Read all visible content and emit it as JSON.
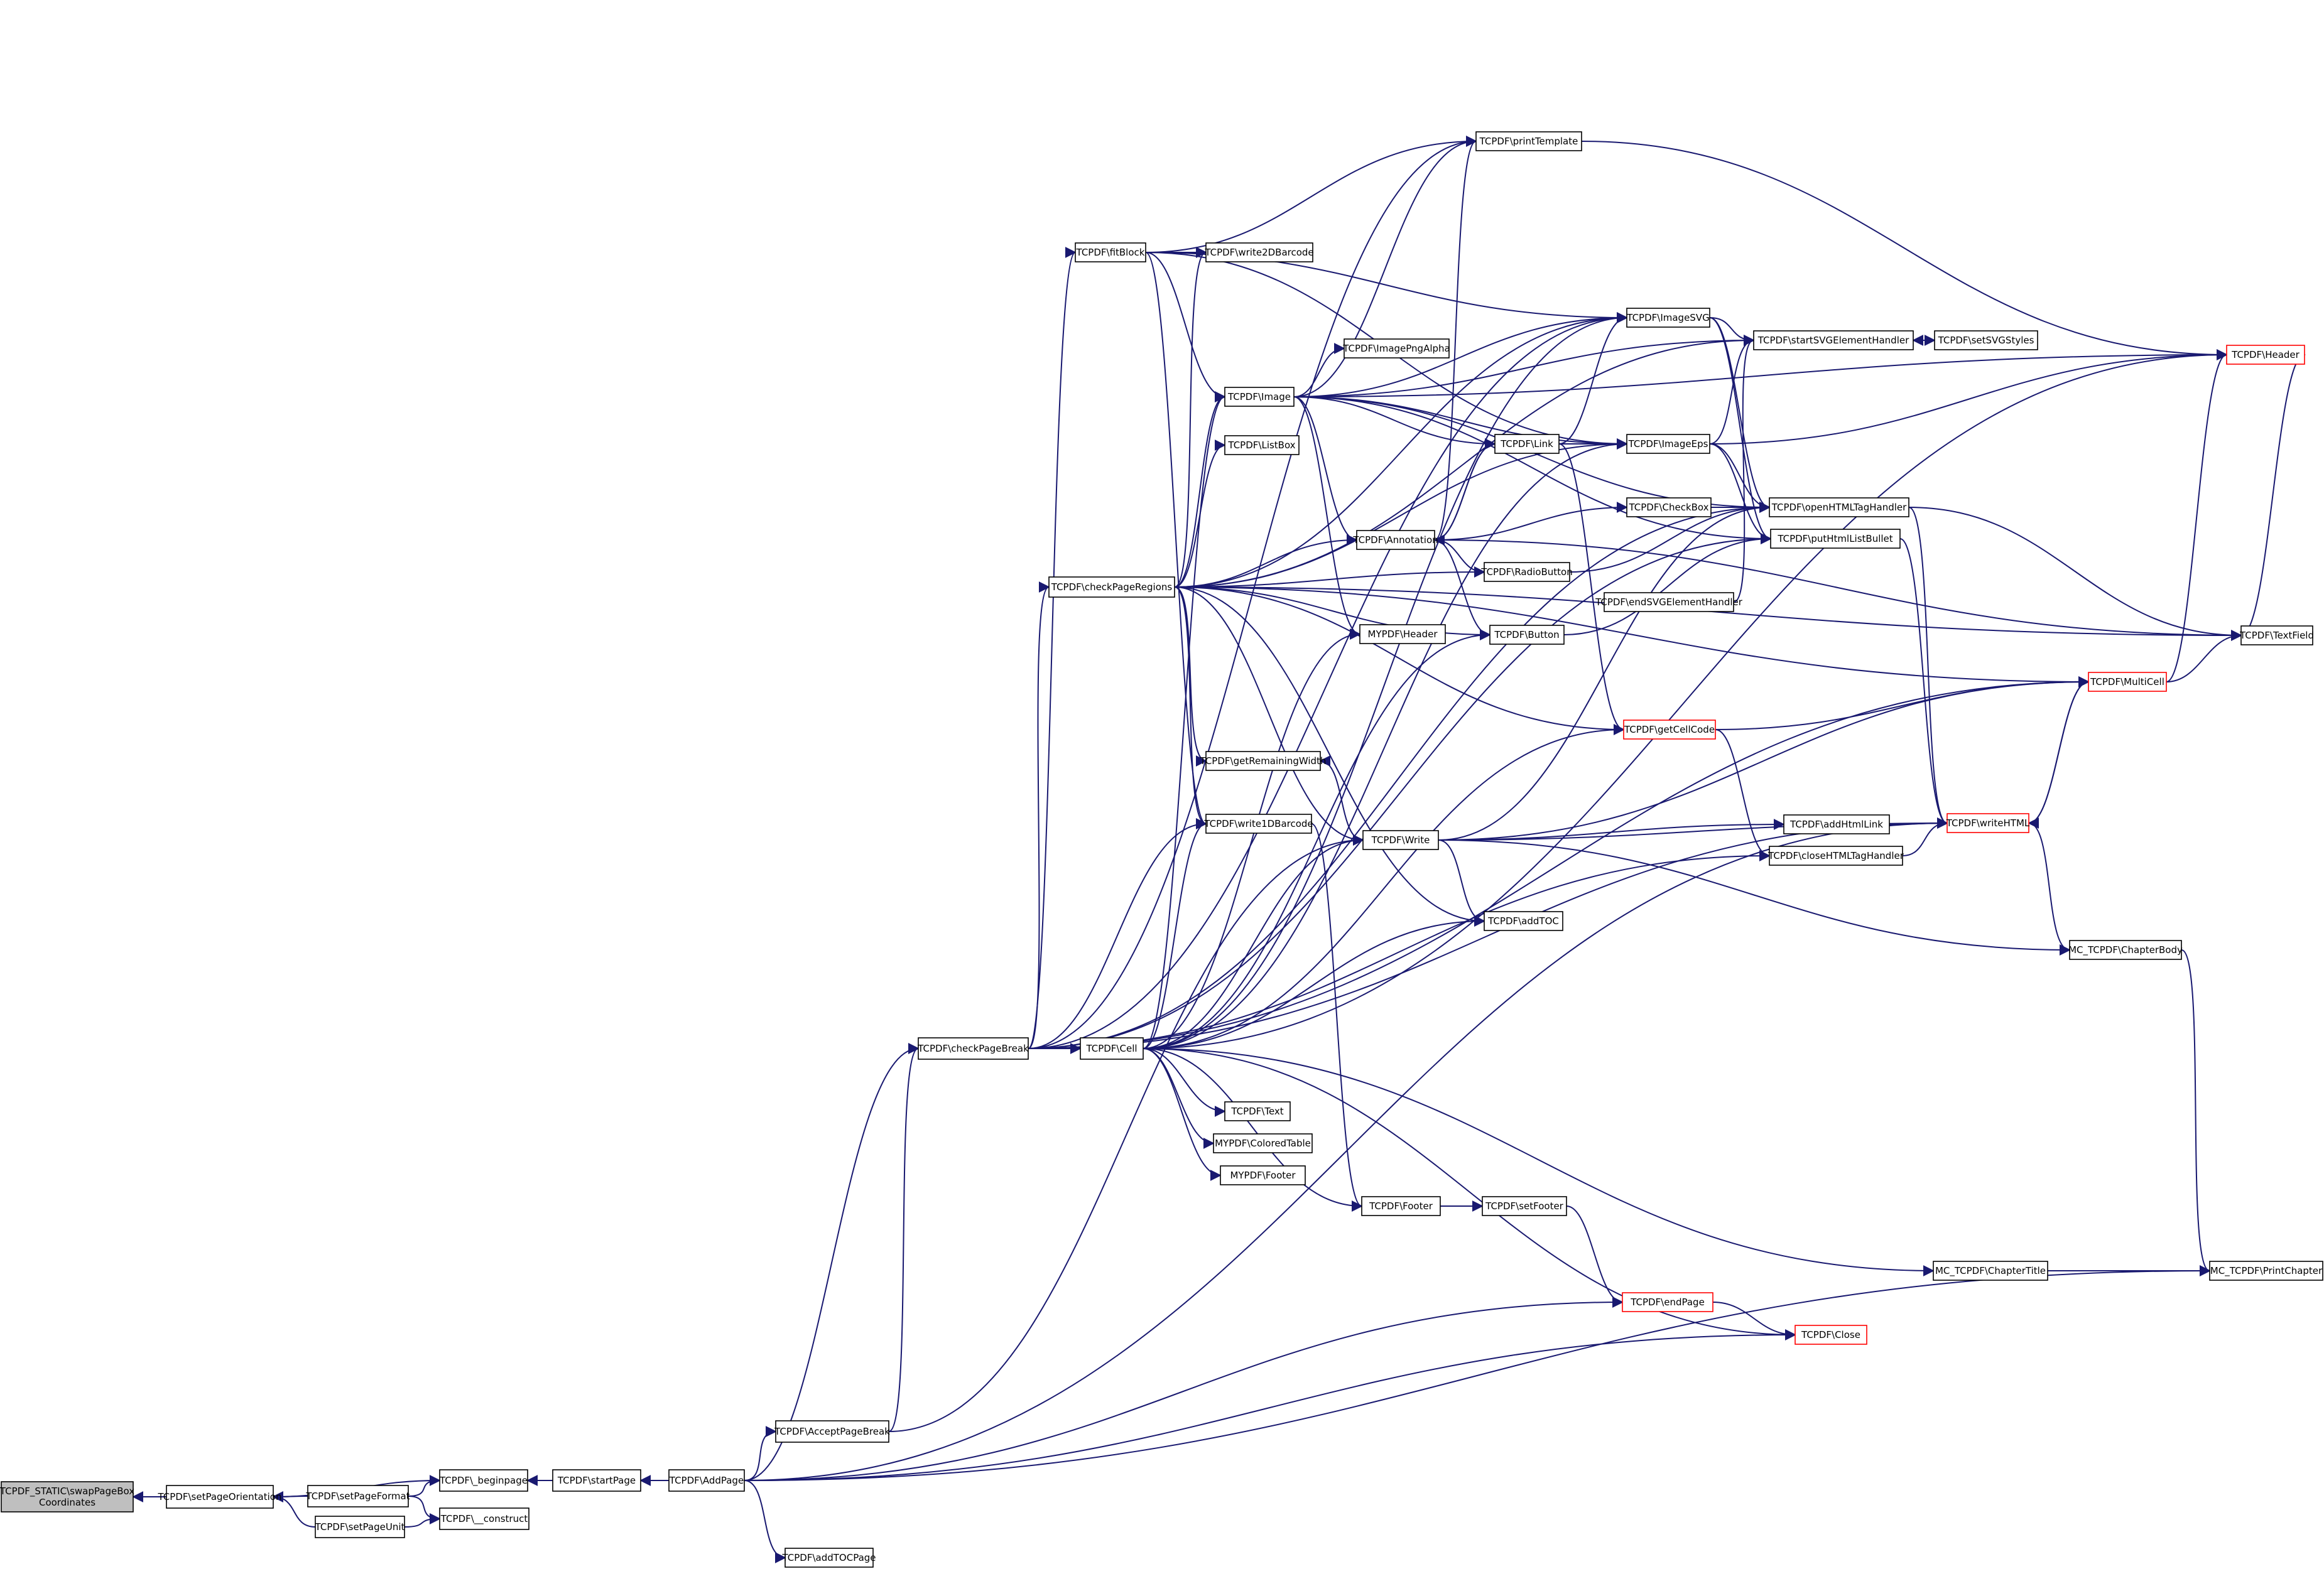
{
  "diagram": {
    "title": "",
    "colors": {
      "edge": "#191970",
      "node_border": "#000000",
      "truncated_node_border": "#ff0000",
      "root_fill": "#bfbfbf",
      "node_fill": "#ffffff",
      "background": "#ffffff"
    },
    "nodes": [
      {
        "id": "root",
        "label": "TCPDF_STATIC\\swapPageBox\nCoordinates",
        "kind": "root"
      },
      {
        "id": "setPageOrientation",
        "label": "TCPDF\\setPageOrientation",
        "kind": "normal"
      },
      {
        "id": "beginpage",
        "label": "TCPDF\\_beginpage",
        "kind": "normal"
      },
      {
        "id": "setPageFormat",
        "label": "TCPDF\\setPageFormat",
        "kind": "normal"
      },
      {
        "id": "setPageUnit",
        "label": "TCPDF\\setPageUnit",
        "kind": "normal"
      },
      {
        "id": "construct",
        "label": "TCPDF\\__construct",
        "kind": "normal"
      },
      {
        "id": "startPage",
        "label": "TCPDF\\startPage",
        "kind": "normal"
      },
      {
        "id": "AddPage",
        "label": "TCPDF\\AddPage",
        "kind": "normal"
      },
      {
        "id": "addTOCPage",
        "label": "TCPDF\\addTOCPage",
        "kind": "normal"
      },
      {
        "id": "AcceptPageBreak",
        "label": "TCPDF\\AcceptPageBreak",
        "kind": "normal"
      },
      {
        "id": "checkPageBreak",
        "label": "TCPDF\\checkPageBreak",
        "kind": "normal"
      },
      {
        "id": "Cell",
        "label": "TCPDF\\Cell",
        "kind": "normal"
      },
      {
        "id": "fitBlock",
        "label": "TCPDF\\fitBlock",
        "kind": "normal"
      },
      {
        "id": "checkPageRegions",
        "label": "TCPDF\\checkPageRegions",
        "kind": "normal"
      },
      {
        "id": "write2DBarcode",
        "label": "TCPDF\\write2DBarcode",
        "kind": "normal"
      },
      {
        "id": "Image",
        "label": "TCPDF\\Image",
        "kind": "normal"
      },
      {
        "id": "ListBox",
        "label": "TCPDF\\ListBox",
        "kind": "normal"
      },
      {
        "id": "getRemainingWidth",
        "label": "TCPDF\\getRemainingWidth",
        "kind": "normal"
      },
      {
        "id": "write1DBarcode",
        "label": "TCPDF\\write1DBarcode",
        "kind": "normal"
      },
      {
        "id": "Text",
        "label": "TCPDF\\Text",
        "kind": "normal"
      },
      {
        "id": "ColoredTable",
        "label": "MYPDF\\ColoredTable",
        "kind": "normal"
      },
      {
        "id": "MYFooter",
        "label": "MYPDF\\Footer",
        "kind": "normal"
      },
      {
        "id": "printTemplate",
        "label": "TCPDF\\printTemplate",
        "kind": "normal"
      },
      {
        "id": "ImageSVG",
        "label": "TCPDF\\ImageSVG",
        "kind": "normal"
      },
      {
        "id": "ImagePngAlpha",
        "label": "TCPDF\\ImagePngAlpha",
        "kind": "normal"
      },
      {
        "id": "Link",
        "label": "TCPDF\\Link",
        "kind": "normal"
      },
      {
        "id": "ImageEps",
        "label": "TCPDF\\ImageEps",
        "kind": "normal"
      },
      {
        "id": "Annotation",
        "label": "TCPDF\\Annotation",
        "kind": "normal"
      },
      {
        "id": "CheckBox",
        "label": "TCPDF\\CheckBox",
        "kind": "normal"
      },
      {
        "id": "RadioButton",
        "label": "TCPDF\\RadioButton",
        "kind": "normal"
      },
      {
        "id": "MYHeader",
        "label": "MYPDF\\Header",
        "kind": "normal"
      },
      {
        "id": "Button",
        "label": "TCPDF\\Button",
        "kind": "normal"
      },
      {
        "id": "endSVG",
        "label": "TCPDF\\endSVGElementHandler",
        "kind": "normal"
      },
      {
        "id": "getCellCode",
        "label": "TCPDF\\getCellCode",
        "kind": "truncated"
      },
      {
        "id": "Write",
        "label": "TCPDF\\Write",
        "kind": "normal"
      },
      {
        "id": "addTOC",
        "label": "TCPDF\\addTOC",
        "kind": "normal"
      },
      {
        "id": "Footer",
        "label": "TCPDF\\Footer",
        "kind": "normal"
      },
      {
        "id": "setFooter",
        "label": "TCPDF\\setFooter",
        "kind": "normal"
      },
      {
        "id": "endPage",
        "label": "TCPDF\\endPage",
        "kind": "truncated"
      },
      {
        "id": "Close",
        "label": "TCPDF\\Close",
        "kind": "truncated"
      },
      {
        "id": "startSVG",
        "label": "TCPDF\\startSVGElementHandler",
        "kind": "normal"
      },
      {
        "id": "setSVGStyles",
        "label": "TCPDF\\setSVGStyles",
        "kind": "normal"
      },
      {
        "id": "openHTML",
        "label": "TCPDF\\openHTMLTagHandler",
        "kind": "normal"
      },
      {
        "id": "putHtmlListBullet",
        "label": "TCPDF\\putHtmlListBullet",
        "kind": "normal"
      },
      {
        "id": "addHtmlLink",
        "label": "TCPDF\\addHtmlLink",
        "kind": "normal"
      },
      {
        "id": "closeHTML",
        "label": "TCPDF\\closeHTMLTagHandler",
        "kind": "normal"
      },
      {
        "id": "ChapterTitle",
        "label": "MC_TCPDF\\ChapterTitle",
        "kind": "normal"
      },
      {
        "id": "Header",
        "label": "TCPDF\\Header",
        "kind": "truncated"
      },
      {
        "id": "MultiCell",
        "label": "TCPDF\\MultiCell",
        "kind": "truncated"
      },
      {
        "id": "TextField",
        "label": "TCPDF\\TextField",
        "kind": "normal"
      },
      {
        "id": "writeHTML",
        "label": "TCPDF\\writeHTML",
        "kind": "truncated"
      },
      {
        "id": "ChapterBody",
        "label": "MC_TCPDF\\ChapterBody",
        "kind": "normal"
      },
      {
        "id": "PrintChapter",
        "label": "MC_TCPDF\\PrintChapter",
        "kind": "normal"
      }
    ],
    "edges": [
      [
        "setPageOrientation",
        "root"
      ],
      [
        "beginpage",
        "setPageOrientation"
      ],
      [
        "setPageFormat",
        "setPageOrientation"
      ],
      [
        "setPageUnit",
        "setPageOrientation"
      ],
      [
        "setPageFormat",
        "beginpage"
      ],
      [
        "setPageFormat",
        "construct"
      ],
      [
        "setPageUnit",
        "construct"
      ],
      [
        "startPage",
        "beginpage"
      ],
      [
        "AddPage",
        "startPage"
      ],
      [
        "AddPage",
        "addTOCPage"
      ],
      [
        "AddPage",
        "AcceptPageBreak"
      ],
      [
        "AddPage",
        "checkPageBreak"
      ],
      [
        "AddPage",
        "endPage"
      ],
      [
        "AddPage",
        "Close"
      ],
      [
        "AddPage",
        "writeHTML"
      ],
      [
        "AddPage",
        "PrintChapter"
      ],
      [
        "AcceptPageBreak",
        "checkPageBreak"
      ],
      [
        "AcceptPageBreak",
        "Write"
      ],
      [
        "checkPageBreak",
        "Cell"
      ],
      [
        "checkPageBreak",
        "fitBlock"
      ],
      [
        "checkPageBreak",
        "checkPageRegions"
      ],
      [
        "checkPageBreak",
        "printTemplate"
      ],
      [
        "checkPageBreak",
        "ImageSVG"
      ],
      [
        "checkPageBreak",
        "openHTML"
      ],
      [
        "checkPageBreak",
        "MultiCell"
      ],
      [
        "checkPageBreak",
        "write1DBarcode"
      ],
      [
        "checkPageBreak",
        "closeHTML"
      ],
      [
        "checkPageBreak",
        "writeHTML"
      ],
      [
        "checkPageBreak",
        "putHtmlListBullet"
      ],
      [
        "Cell",
        "Text"
      ],
      [
        "Cell",
        "ColoredTable"
      ],
      [
        "Cell",
        "MYFooter"
      ],
      [
        "Cell",
        "Footer"
      ],
      [
        "Cell",
        "Write"
      ],
      [
        "Cell",
        "addTOC"
      ],
      [
        "Cell",
        "write1DBarcode"
      ],
      [
        "Cell",
        "MYHeader"
      ],
      [
        "Cell",
        "Button"
      ],
      [
        "Cell",
        "getCellCode"
      ],
      [
        "Cell",
        "ImageSVG"
      ],
      [
        "Cell",
        "ImageEps"
      ],
      [
        "Cell",
        "Header"
      ],
      [
        "Cell",
        "ChapterTitle"
      ],
      [
        "Cell",
        "Close"
      ],
      [
        "Cell",
        "Image"
      ],
      [
        "fitBlock",
        "write2DBarcode"
      ],
      [
        "fitBlock",
        "Image"
      ],
      [
        "fitBlock",
        "printTemplate"
      ],
      [
        "fitBlock",
        "ImageSVG"
      ],
      [
        "fitBlock",
        "ImageEps"
      ],
      [
        "fitBlock",
        "write1DBarcode"
      ],
      [
        "checkPageRegions",
        "Image"
      ],
      [
        "checkPageRegions",
        "ListBox"
      ],
      [
        "checkPageRegions",
        "getRemainingWidth"
      ],
      [
        "checkPageRegions",
        "write1DBarcode"
      ],
      [
        "checkPageRegions",
        "write2DBarcode"
      ],
      [
        "checkPageRegions",
        "Annotation"
      ],
      [
        "checkPageRegions",
        "RadioButton"
      ],
      [
        "checkPageRegions",
        "Button"
      ],
      [
        "checkPageRegions",
        "getCellCode"
      ],
      [
        "checkPageRegions",
        "MultiCell"
      ],
      [
        "checkPageRegions",
        "TextField"
      ],
      [
        "checkPageRegions",
        "ImageSVG"
      ],
      [
        "checkPageRegions",
        "ImageEps"
      ],
      [
        "checkPageRegions",
        "Write"
      ],
      [
        "checkPageRegions",
        "addTOC"
      ],
      [
        "checkPageRegions",
        "startSVG"
      ],
      [
        "Image",
        "ImagePngAlpha"
      ],
      [
        "Image",
        "ImageSVG"
      ],
      [
        "Image",
        "ImageEps"
      ],
      [
        "Image",
        "Link"
      ],
      [
        "Image",
        "Annotation"
      ],
      [
        "Image",
        "MYHeader"
      ],
      [
        "Image",
        "openHTML"
      ],
      [
        "Image",
        "putHtmlListBullet"
      ],
      [
        "Image",
        "printTemplate"
      ],
      [
        "Image",
        "startSVG"
      ],
      [
        "Image",
        "Header"
      ],
      [
        "Link",
        "ImageSVG"
      ],
      [
        "Link",
        "ImageEps"
      ],
      [
        "Link",
        "Annotation"
      ],
      [
        "Link",
        "getCellCode"
      ],
      [
        "ImageSVG",
        "startSVG"
      ],
      [
        "ImageSVG",
        "openHTML"
      ],
      [
        "ImageSVG",
        "putHtmlListBullet"
      ],
      [
        "ImageEps",
        "startSVG"
      ],
      [
        "ImageEps",
        "openHTML"
      ],
      [
        "ImageEps",
        "putHtmlListBullet"
      ],
      [
        "ImageEps",
        "Header"
      ],
      [
        "Annotation",
        "CheckBox"
      ],
      [
        "Annotation",
        "RadioButton"
      ],
      [
        "Annotation",
        "Button"
      ],
      [
        "Annotation",
        "TextField"
      ],
      [
        "Annotation",
        "printTemplate"
      ],
      [
        "Annotation",
        "Link"
      ],
      [
        "CheckBox",
        "openHTML"
      ],
      [
        "RadioButton",
        "openHTML"
      ],
      [
        "Button",
        "putHtmlListBullet"
      ],
      [
        "endSVG",
        "startSVG"
      ],
      [
        "getCellCode",
        "MultiCell"
      ],
      [
        "getCellCode",
        "closeHTML"
      ],
      [
        "Write",
        "addHtmlLink"
      ],
      [
        "Write",
        "writeHTML"
      ],
      [
        "Write",
        "addTOC"
      ],
      [
        "Write",
        "ChapterBody"
      ],
      [
        "Write",
        "MultiCell"
      ],
      [
        "Write",
        "openHTML"
      ],
      [
        "Write",
        "getRemainingWidth"
      ],
      [
        "write1DBarcode",
        "Footer"
      ],
      [
        "Footer",
        "setFooter"
      ],
      [
        "setFooter",
        "endPage"
      ],
      [
        "endPage",
        "Close"
      ],
      [
        "printTemplate",
        "Header"
      ],
      [
        "startSVG",
        "setSVGStyles"
      ],
      [
        "setSVGStyles",
        "startSVG"
      ],
      [
        "openHTML",
        "TextField"
      ],
      [
        "openHTML",
        "writeHTML"
      ],
      [
        "putHtmlListBullet",
        "writeHTML"
      ],
      [
        "addHtmlLink",
        "writeHTML"
      ],
      [
        "closeHTML",
        "writeHTML"
      ],
      [
        "MultiCell",
        "TextField"
      ],
      [
        "MultiCell",
        "Header"
      ],
      [
        "MultiCell",
        "writeHTML"
      ],
      [
        "writeHTML",
        "MultiCell"
      ],
      [
        "writeHTML",
        "ChapterBody"
      ],
      [
        "ChapterTitle",
        "PrintChapter"
      ],
      [
        "ChapterBody",
        "PrintChapter"
      ],
      [
        "TextField",
        "Header"
      ]
    ]
  }
}
